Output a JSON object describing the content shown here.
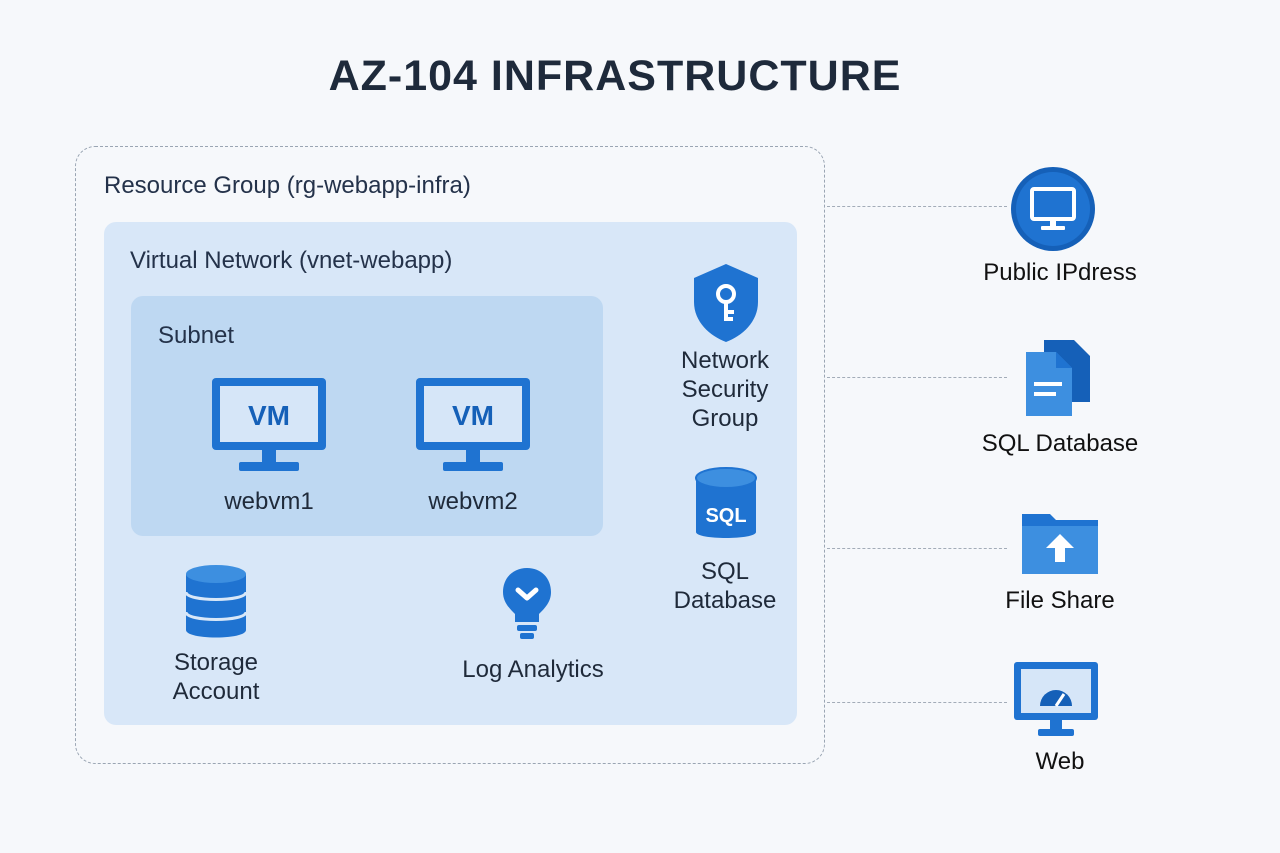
{
  "title": "AZ-104 INFRASTRUCTURE",
  "resource_group": {
    "label": "Resource Group (rg-webapp-infra)"
  },
  "virtual_network": {
    "label": "Virtual Network (vnet-webapp)"
  },
  "subnet": {
    "label": "Subnet",
    "vms": [
      {
        "screen_text": "VM",
        "label": "webvm1",
        "icon": "monitor-icon"
      },
      {
        "screen_text": "VM",
        "label": "webvm2",
        "icon": "monitor-icon"
      }
    ]
  },
  "nsg": {
    "label": "Network\nSecurity\nGroup",
    "icon": "shield-key-icon"
  },
  "sql_inner": {
    "icon_text": "SQL",
    "label": "SQL\nDatabase",
    "icon": "database-cylinder-icon"
  },
  "storage": {
    "label": "Storage\nAccount",
    "icon": "storage-stack-icon"
  },
  "log_analytics": {
    "label": "Log Analytics",
    "icon": "lightbulb-icon"
  },
  "external": [
    {
      "label": "Public IPdress",
      "icon": "monitor-circle-icon"
    },
    {
      "label": "SQL Database",
      "icon": "documents-icon"
    },
    {
      "label": "File Share",
      "icon": "folder-upload-icon"
    },
    {
      "label": "Web",
      "icon": "web-monitor-gauge-icon"
    }
  ],
  "colors": {
    "primary_blue": "#1f73d1",
    "dark_blue": "#0f5bb5",
    "light_blue": "#3d8fe0",
    "vnet_bg": "#d8e7f8",
    "subnet_bg": "#bed8f2",
    "page_bg": "#f6f8fb"
  }
}
